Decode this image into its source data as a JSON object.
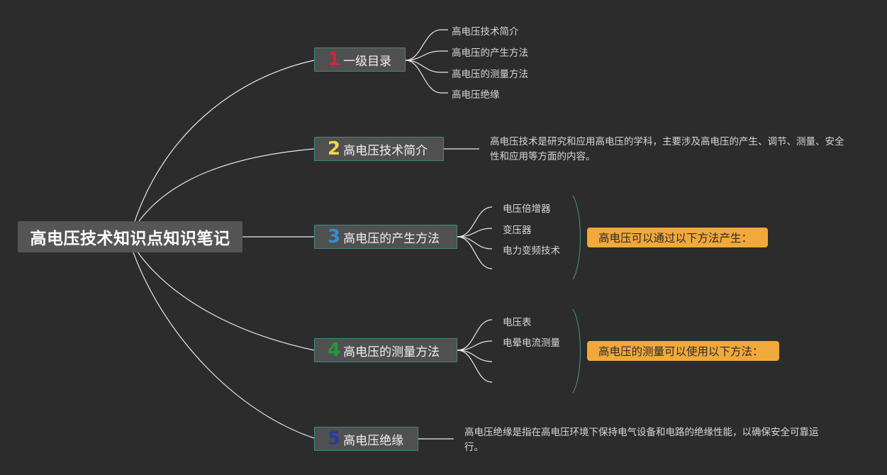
{
  "root": {
    "title": "高电压技术知识点知识笔记"
  },
  "branches": [
    {
      "num": "1",
      "num_color": "#d0263b",
      "label": "一级目录",
      "leaves": [
        "高电压技术简介",
        "高电压的产生方法",
        "高电压的测量方法",
        "高电压绝缘"
      ]
    },
    {
      "num": "2",
      "num_color": "#f2d64b",
      "label": "高电压技术简介",
      "desc": "高电压技术是研究和应用高电压的学科，主要涉及高电压的产生、调节、测量、安全性和应用等方面的内容。"
    },
    {
      "num": "3",
      "num_color": "#2f8fd8",
      "label": "高电压的产生方法",
      "leaves": [
        "电压倍增器",
        "变压器",
        "电力变频技术"
      ],
      "summary": "高电压可以通过以下方法产生："
    },
    {
      "num": "4",
      "num_color": "#1f9a3c",
      "label": "高电压的测量方法",
      "leaves": [
        "电压表",
        "电晕电流测量"
      ],
      "summary": "高电压的测量可以使用以下方法："
    },
    {
      "num": "5",
      "num_color": "#2a3a9a",
      "label": "高电压绝缘",
      "desc": "高电压绝缘是指在高电压环境下保持电气设备和电路的绝缘性能，以确保安全可靠运行。"
    }
  ],
  "colors": {
    "background": "#2c2c2c",
    "line": "#e8e8e8",
    "branch_border": "#3e8a7c",
    "summary_bg": "#f0a93a",
    "bracket": "#3e8a7c"
  }
}
